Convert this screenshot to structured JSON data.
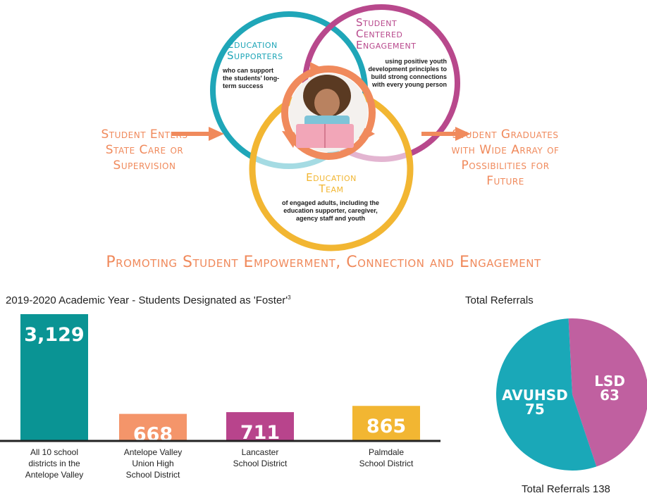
{
  "diagram": {
    "education_supporters": {
      "title": "Education Supporters",
      "text": "who can support the students' long-term success"
    },
    "student_engagement": {
      "title": "Student Centered Engagement",
      "text": "using positive youth development principles to build strong connections with every young person"
    },
    "education_team": {
      "title": "Education Team",
      "text": "of engaged adults, including the education supporter, caregiver, agency staff and youth"
    },
    "left_text": "Student Enters State Care or Supervision",
    "right_text": "Student Graduates with Wide Array of Possibilities for Future",
    "tagline": "Promoting Student Empowerment, Connection and Engagement"
  },
  "colors": {
    "teal": "#1fa6b8",
    "magenta": "#b8488c",
    "yellow": "#f2b632",
    "orange": "#f08a5c",
    "bar_teal": "#0a9494",
    "bar_orange": "#f4956a",
    "bar_magenta": "#b8448c",
    "bar_yellow": "#f2b632",
    "pie_teal": "#1aa8b8",
    "pie_magenta": "#c060a0"
  },
  "chart_data": [
    {
      "type": "bar",
      "title": "2019-2020 Academic Year - Students Designated as 'Foster'",
      "title_sup": "3",
      "categories": [
        "All 10 school districts in the Antelope Valley",
        "Antelope Valley Union High School District",
        "Lancaster School District",
        "Palmdale School District"
      ],
      "category_lines": [
        [
          "All 10 school",
          "districts in the",
          "Antelope Valley"
        ],
        [
          "Antelope Valley",
          "Union High",
          "School District"
        ],
        [
          "Lancaster",
          "School District"
        ],
        [
          "Palmdale",
          "School District"
        ]
      ],
      "values": [
        3129,
        668,
        711,
        865
      ],
      "value_labels": [
        "3,129",
        "668",
        "711",
        "865"
      ]
    },
    {
      "type": "pie",
      "title": "Total Referrals",
      "slices": [
        {
          "label": "AVUHSD",
          "value": 75
        },
        {
          "label": "LSD",
          "value": 63
        }
      ],
      "total_label": "Total Referrals 138"
    }
  ]
}
